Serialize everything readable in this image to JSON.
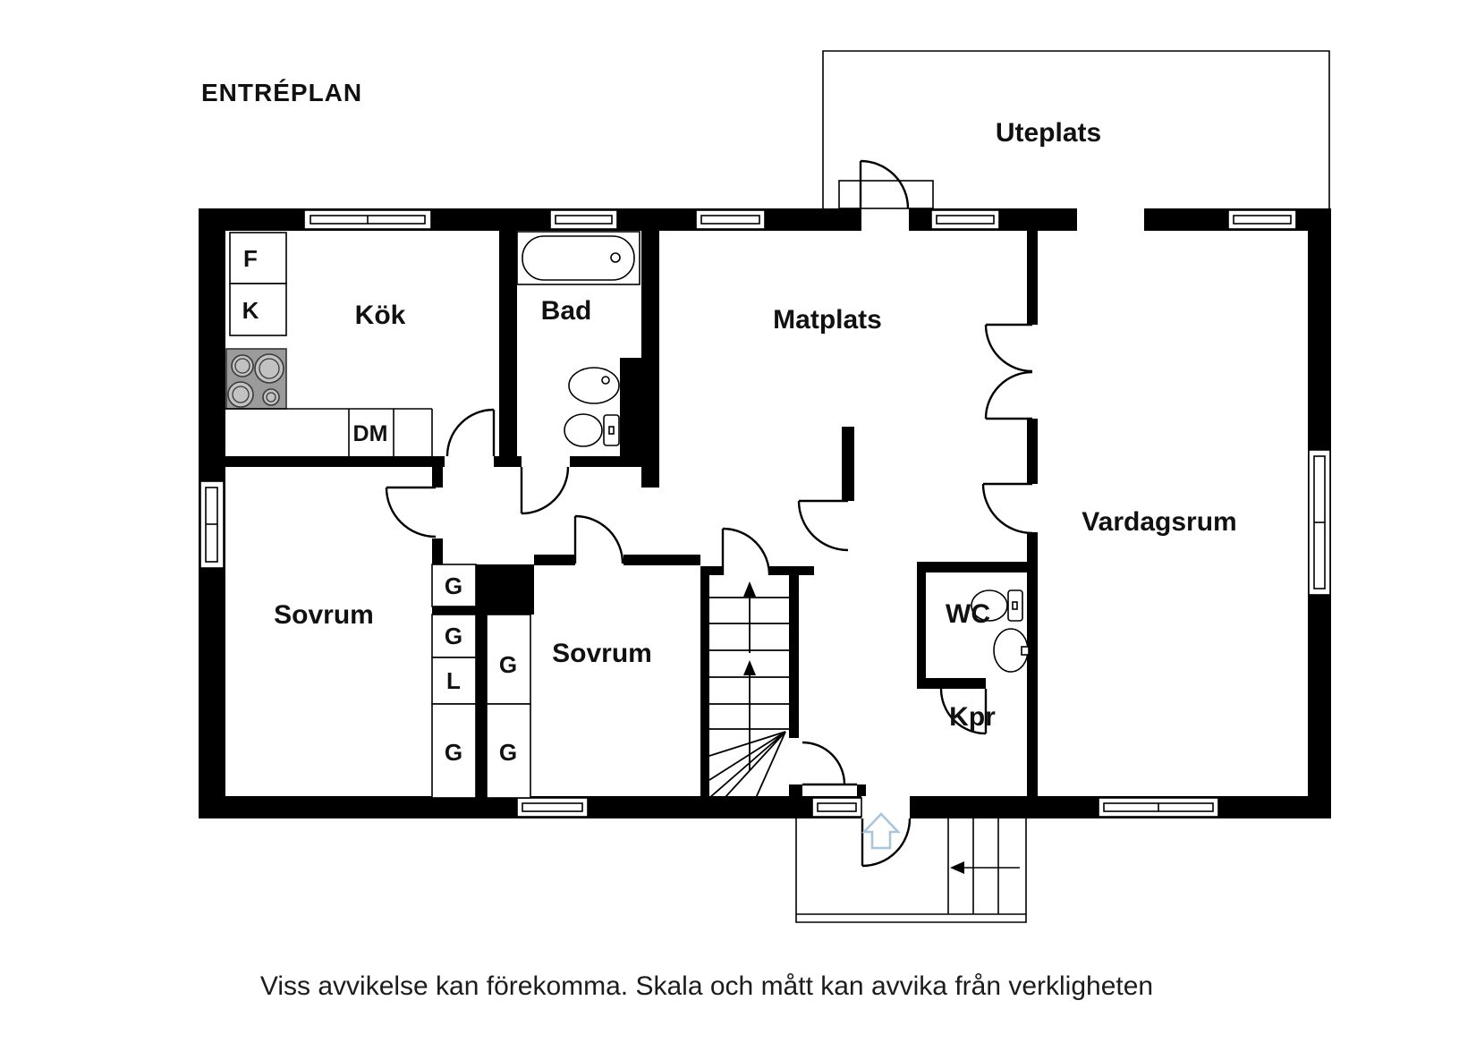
{
  "title": "ENTRÉPLAN",
  "disclaimer": "Viss avvikelse kan förekomma. Skala och mått kan avvika från verkligheten",
  "rooms": {
    "uteplats": "Uteplats",
    "kok": "Kök",
    "bad": "Bad",
    "matplats": "Matplats",
    "vardagsrum": "Vardagsrum",
    "sovrum1": "Sovrum",
    "sovrum2": "Sovrum",
    "wc": "WC",
    "kpr": "Kpr"
  },
  "fixtures": {
    "fridge": "F",
    "freezer": "K",
    "dishwasher": "DM",
    "wardrobe1": "G",
    "wardrobe2": "G",
    "linen_closet": "L",
    "wardrobe3": "G",
    "wardrobe4": "G",
    "wardrobe5": "G"
  },
  "colors": {
    "wall": "#000000",
    "stove": "#9b9b9b",
    "entry_arrow": "#a9c6dc",
    "text": "#1a1a1a"
  }
}
